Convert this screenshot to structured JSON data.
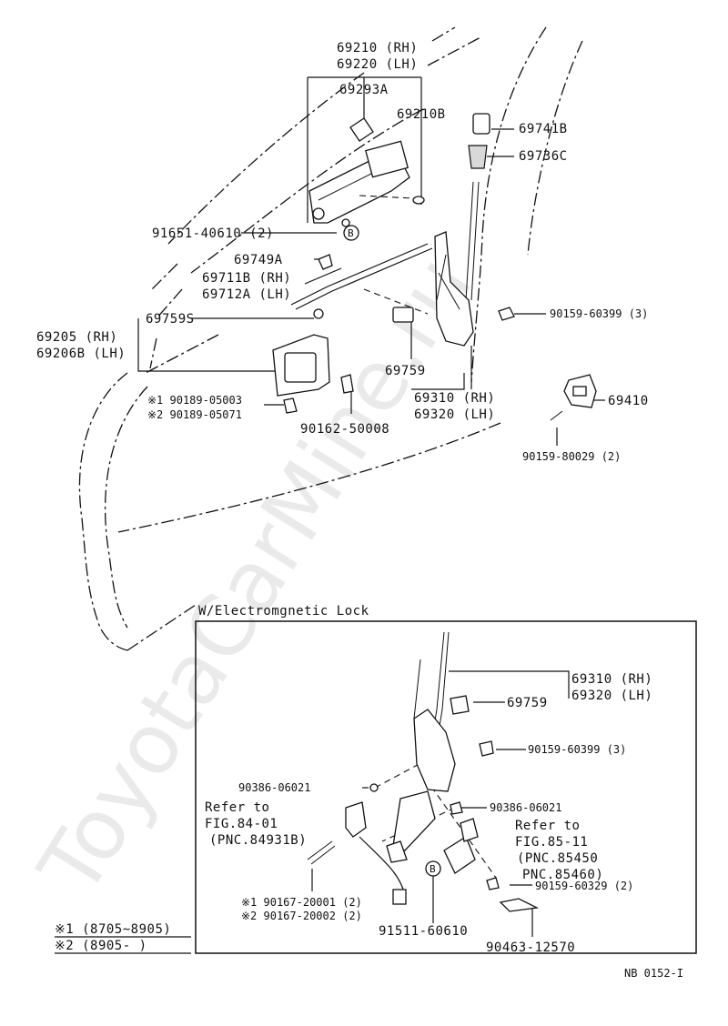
{
  "watermark": "ToyotaCarMine.ru",
  "sheet_code": "NB 0152-I",
  "inset_title": "W/Electromgnetic Lock",
  "legend": {
    "row1": "※1 (8705~8905)",
    "row2": "※2 (8905-        )"
  },
  "labels": {
    "p69210": "69210 (RH)",
    "p69220": "69220 (LH)",
    "p69293A": "69293A",
    "p69210B": "69210B",
    "p69741B": "69741B",
    "p69736C": "69736C",
    "p91651": "91651-40610 (2)",
    "p69749A": "69749A",
    "p69711B": "69711B (RH)",
    "p69712A": "69712A (LH)",
    "p90159_60399": "90159-60399 (3)",
    "p69759S": "69759S",
    "p69205": "69205 (RH)",
    "p69206B": "69206B (LH)",
    "p69759": "69759",
    "p69310": "69310 (RH)",
    "p69320": "69320 (LH)",
    "p69410": "69410",
    "p90189_1": "※1 90189-05003",
    "p90189_2": "※2 90189-05071",
    "p90162": "90162-50008",
    "p90159_80029": "90159-80029 (2)"
  },
  "inset_labels": {
    "i69310": "69310 (RH)",
    "i69320": "69320 (LH)",
    "i69759": "69759",
    "i90159_60399": "90159-60399 (3)",
    "i90386_a": "90386-06021",
    "i90386_b": "90386-06021",
    "refer1_a": "Refer to",
    "refer1_b": "FIG.84-01",
    "refer1_c": "(PNC.84931B)",
    "refer2_a": "Refer to",
    "refer2_b": "FIG.85-11",
    "refer2_c": "(PNC.85450",
    "refer2_d": "PNC.85460)",
    "i90159_60329": "90159-60329 (2)",
    "i90167_1": "※1 90167-20001 (2)",
    "i90167_2": "※2 90167-20002 (2)",
    "i91511": "91511-60610",
    "i90463": "90463-12570"
  },
  "markers": {
    "b1": "B",
    "b2": "B"
  }
}
